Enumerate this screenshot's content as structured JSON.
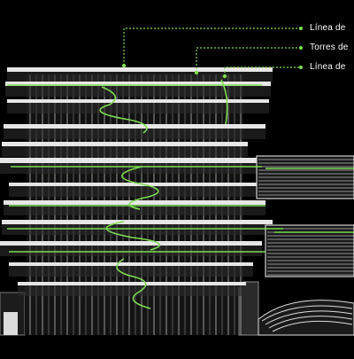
{
  "diagram": {
    "callouts": [
      {
        "label": "Línea de"
      },
      {
        "label": "Torres de"
      },
      {
        "label": "Línea de"
      }
    ],
    "colors": {
      "background": "#000000",
      "structure": "#cfcfcf",
      "slab": "#e6e6e6",
      "green_line": "#7ddc52",
      "glass": "#3a3a3a",
      "label": "#ffffff"
    }
  }
}
